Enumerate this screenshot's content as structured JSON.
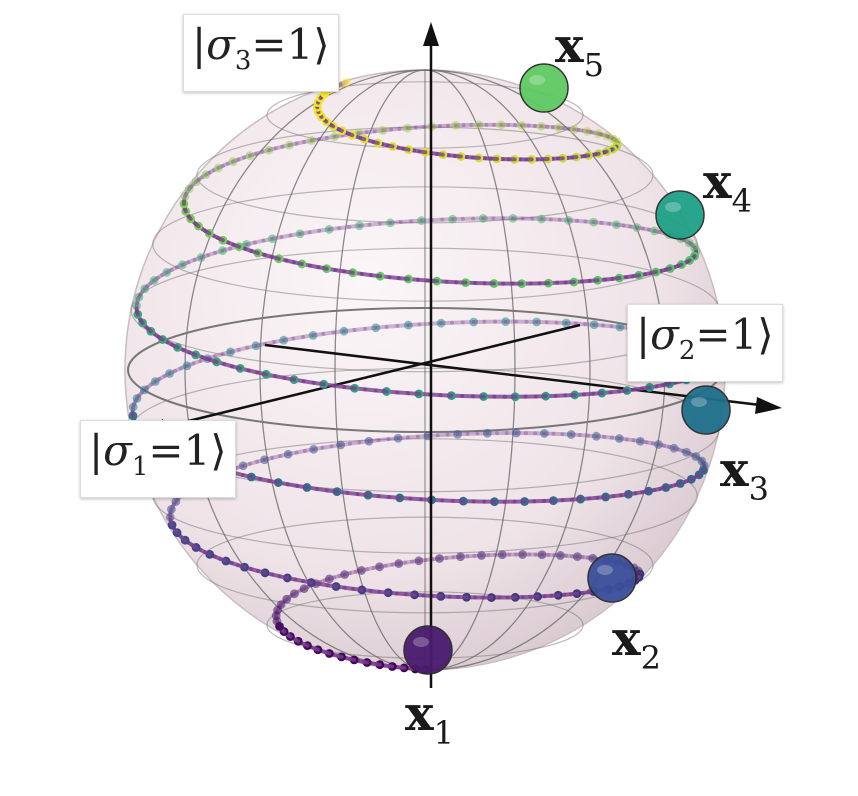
{
  "basis_labels": {
    "sigma3": {
      "bra": "|",
      "symbol": "σ",
      "index": "3",
      "eq": "=1",
      "ket": "⟩"
    },
    "sigma2": {
      "bra": "|",
      "symbol": "σ",
      "index": "2",
      "eq": "=1",
      "ket": "⟩"
    },
    "sigma1": {
      "bra": "|",
      "symbol": "σ",
      "index": "1",
      "eq": "=1",
      "ket": "⟩"
    }
  },
  "points": [
    {
      "base": "x",
      "index": "1",
      "color": "#4a1a6e"
    },
    {
      "base": "x",
      "index": "2",
      "color": "#3b4f9a"
    },
    {
      "base": "x",
      "index": "3",
      "color": "#1f6f8b"
    },
    {
      "base": "x",
      "index": "4",
      "color": "#1fa187"
    },
    {
      "base": "x",
      "index": "5",
      "color": "#5ec962"
    }
  ],
  "colors": {
    "sphere_fill": "#f2e8ec",
    "grid": "#6b6b6b",
    "axis": "#111111",
    "spiral_line": "#7a3f8f",
    "colormap": [
      "#440154",
      "#3b528b",
      "#21918c",
      "#5ec962",
      "#fde725"
    ]
  }
}
